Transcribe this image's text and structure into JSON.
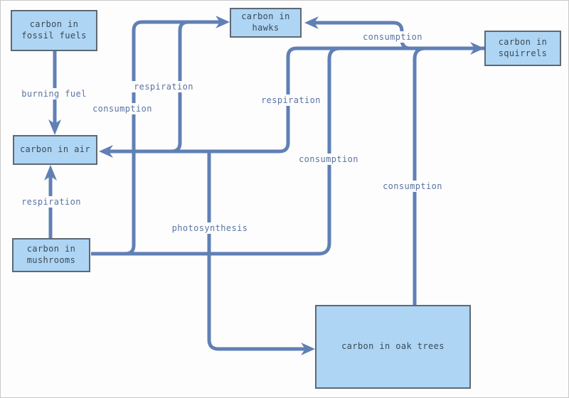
{
  "diagram": {
    "description": "carbon cycle flow diagram",
    "colors": {
      "line": "#6080b5",
      "node_fill": "#aed5f4",
      "node_border": "#5d6974",
      "node_text": "#3b4a56",
      "edge_label_text": "#5b74a3",
      "background": "#fdfdfd"
    },
    "nodes": [
      {
        "id": "fossil-fuels",
        "label": "carbon in fossil fuels"
      },
      {
        "id": "hawks",
        "label": "carbon in hawks"
      },
      {
        "id": "squirrels",
        "label": "carbon in squirrels"
      },
      {
        "id": "air",
        "label": "carbon in air"
      },
      {
        "id": "mushrooms",
        "label": "carbon in mushrooms"
      },
      {
        "id": "oak-trees",
        "label": "carbon in oak trees"
      }
    ],
    "edges": [
      {
        "from": "fossil-fuels",
        "to": "air",
        "label": "burning fuel"
      },
      {
        "from": "mushrooms",
        "to": "air",
        "label": "respiration"
      },
      {
        "from": "mushrooms",
        "to": "hawks",
        "label": "consumption"
      },
      {
        "from": "hawks",
        "to": "air",
        "label": "respiration"
      },
      {
        "from": "squirrels",
        "to": "air",
        "label": "respiration"
      },
      {
        "from": "mushrooms",
        "to": "squirrels",
        "label": "consumption"
      },
      {
        "from": "oak-trees",
        "to": "squirrels",
        "label": "consumption"
      },
      {
        "from": "squirrels",
        "to": "hawks",
        "label": "consumption"
      },
      {
        "from": "air",
        "to": "oak-trees",
        "label": "photosynthesis"
      }
    ]
  }
}
